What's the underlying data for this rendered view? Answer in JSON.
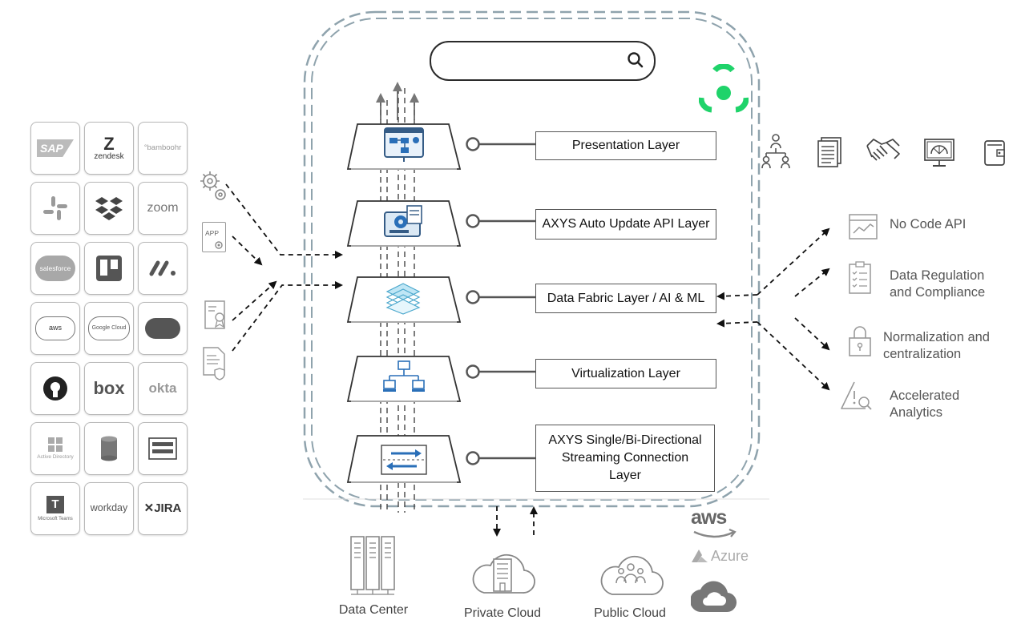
{
  "search": {
    "placeholder": ""
  },
  "brand_icon": "axys-logo-icon",
  "accent_color": "#1fd36a",
  "source_apps": [
    {
      "label": "SAP",
      "icon": "sap-logo"
    },
    {
      "label": "zendesk",
      "icon": "zendesk-logo"
    },
    {
      "label": "°bamboohr",
      "icon": "bamboohr-logo"
    },
    {
      "label": "",
      "icon": "slack-logo"
    },
    {
      "label": "",
      "icon": "dropbox-logo"
    },
    {
      "label": "zoom",
      "icon": "zoom-logo"
    },
    {
      "label": "salesforce",
      "icon": "salesforce-logo"
    },
    {
      "label": "",
      "icon": "trello-logo"
    },
    {
      "label": "",
      "icon": "monday-logo"
    },
    {
      "label": "aws",
      "icon": "aws-cloud-logo"
    },
    {
      "label": "Google Cloud",
      "icon": "google-cloud-logo"
    },
    {
      "label": "",
      "icon": "azure-cloud-logo"
    },
    {
      "label": "",
      "icon": "github-logo"
    },
    {
      "label": "box",
      "icon": "box-logo"
    },
    {
      "label": "okta",
      "icon": "okta-logo"
    },
    {
      "label": "Active Directory",
      "icon": "active-directory-logo"
    },
    {
      "label": "",
      "icon": "database-logo"
    },
    {
      "label": "",
      "icon": "server-logo"
    },
    {
      "label": "Microsoft Teams",
      "icon": "teams-logo"
    },
    {
      "label": "workday",
      "icon": "workday-logo"
    },
    {
      "label": "JIRA",
      "icon": "jira-logo"
    }
  ],
  "input_icons": [
    {
      "icon": "gears-icon",
      "label": ""
    },
    {
      "icon": "app-document-icon",
      "label": "APP"
    },
    {
      "icon": "certificate-document-icon",
      "label": ""
    },
    {
      "icon": "secure-document-icon",
      "label": ""
    }
  ],
  "layers": [
    {
      "label": "Presentation Layer",
      "icon": "dashboard-flow-icon"
    },
    {
      "label": "AXYS Auto Update API Layer",
      "icon": "api-gear-icon"
    },
    {
      "label": "Data Fabric Layer / AI & ML",
      "icon": "data-stack-icon"
    },
    {
      "label": "Virtualization Layer",
      "icon": "network-computers-icon"
    },
    {
      "label": "AXYS Single/Bi-Directional Streaming Connection Layer",
      "icon": "bidirectional-arrows-icon"
    }
  ],
  "consumer_icons": [
    "org-chart-icon",
    "documents-icon",
    "handshake-icon",
    "monitor-globe-icon",
    "wallet-icon"
  ],
  "features": [
    {
      "label": "No Code API",
      "icon": "browser-chart-icon"
    },
    {
      "label": "Data Regulation and Compliance",
      "icon": "checklist-icon"
    },
    {
      "label": "Normalization and centralization",
      "icon": "lock-icon"
    },
    {
      "label": "Accelerated Analytics",
      "icon": "warning-search-icon"
    }
  ],
  "deployments": [
    {
      "label": "Data Center",
      "icon": "server-rack-icon"
    },
    {
      "label": "Private Cloud",
      "icon": "cloud-building-icon"
    },
    {
      "label": "Public Cloud",
      "icon": "cloud-people-icon"
    }
  ],
  "cloud_providers": [
    {
      "label": "aws",
      "icon": "aws-logo"
    },
    {
      "label": "Azure",
      "icon": "azure-logo"
    },
    {
      "label": "",
      "icon": "google-cloud-icon"
    }
  ]
}
